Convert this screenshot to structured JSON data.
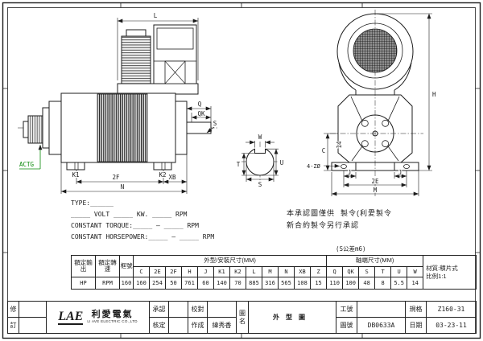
{
  "colors": {
    "ink": "#1c1c1c",
    "actg_green": "#0a8a0a",
    "paper": "#ffffff"
  },
  "side_view": {
    "dim_l": "L",
    "dim_q": "Q",
    "dim_qk": "QK",
    "dim_s": "S",
    "label_k1": "K1",
    "label_k2": "K2",
    "dim_2f": "2F",
    "dim_xb": "XB",
    "dim_n": "N",
    "label_actg": "ACTG"
  },
  "shaft_end_view": {
    "dim_w": "W",
    "dim_t": "T",
    "dim_u": "U",
    "dim_s": "S"
  },
  "front_view": {
    "dim_h": "H",
    "dim_c": "C",
    "dim_14": "14",
    "label_holes": "4-ZØ",
    "dim_j": "J",
    "dim_2e": "2E",
    "dim_m": "M"
  },
  "notes": {
    "type_line": "TYPE:______",
    "volt_line": "_____ VOLT _____ KW. _____ RPM",
    "torque_line": "CONSTANT TORQUE:_____ — _____ RPM",
    "horsepower_line": "CONSTANT HORSEPOWER:_____ — _____ RPM",
    "approval_note_1": "本承認圖僅供  製令(利愛製令",
    "approval_note_2": "新合約製令另行承認",
    "tolerance_note": "(S公差m6)"
  },
  "spec_table": {
    "header_output": "額定輸出",
    "header_speed": "額定轉速",
    "header_frame": "框號",
    "header_mounting": "外型/安裝尺寸(MM)",
    "header_shaft": "軸端尺寸(MM)",
    "dim_columns": [
      "C",
      "2E",
      "2F",
      "H",
      "J",
      "K1",
      "K2",
      "L",
      "M",
      "N",
      "XB",
      "Z",
      "Q",
      "QK",
      "S",
      "T",
      "U",
      "W"
    ],
    "row": {
      "output": "HP",
      "speed": "RPM",
      "frame": "160",
      "values": [
        "160",
        "254",
        "50",
        "761",
        "60",
        "140",
        "70",
        "885",
        "316",
        "565",
        "108",
        "15",
        "110",
        "100",
        "48",
        "8",
        "5.5",
        "14"
      ]
    },
    "material_line1": "材質:積片式",
    "material_line2": "比例1:1"
  },
  "title_block": {
    "rev_top": "修",
    "rev_bottom": "訂",
    "logo_text": "LAE",
    "logo_cn": "利愛電氣",
    "logo_en": "LI AVE ELECTRIC CO.,LTD",
    "approve_label": "承認",
    "approve_value": "",
    "verify_label": "核定",
    "verify_value": "",
    "check_label": "校對",
    "check_value": "",
    "make_label": "作成",
    "maker_name": "緯秀香",
    "drawing_name_label": "圖名",
    "drawing_name": "外型圖",
    "work_no_label": "工號",
    "work_no": "",
    "drawing_no_label": "圖號",
    "drawing_no": "DB0633A",
    "spec_label": "規格",
    "spec": "Z160-31",
    "date_label": "日期",
    "date": "03-23-11"
  }
}
